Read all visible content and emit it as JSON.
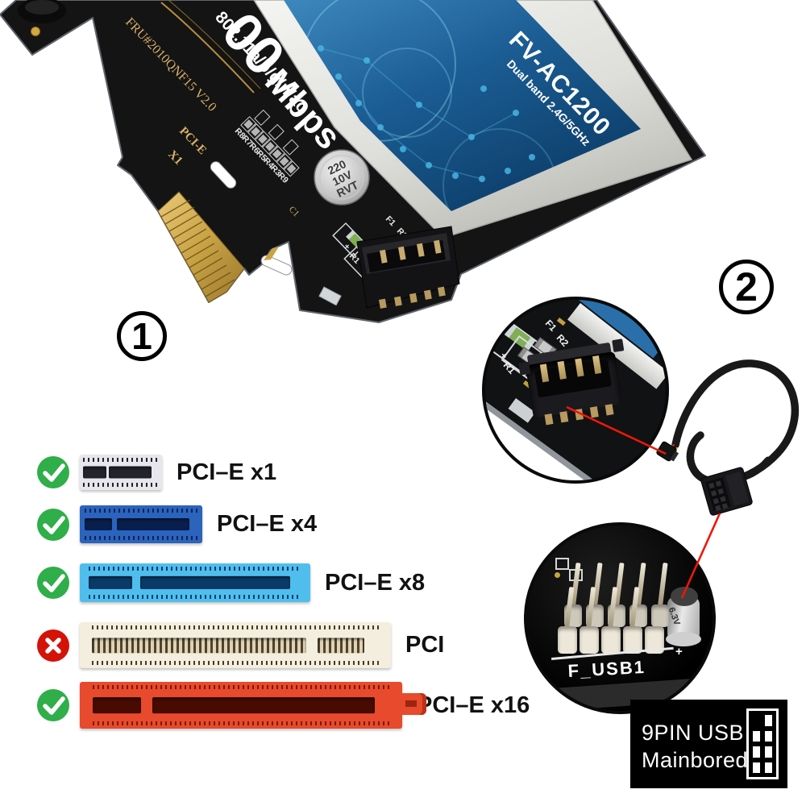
{
  "badges": {
    "step1": "1",
    "step2": "2"
  },
  "card": {
    "speed_value": "00",
    "speed_unit": "Mbps",
    "standards": "802.11a/b/g/n/ac",
    "model": "FV-AC1200",
    "band": "Dual band 2.4G/5GHz",
    "fru": "FRU#2010QNF15 V2.0",
    "slot_type": "PCI-E",
    "slot_size": "X1",
    "capacitor_lines": [
      "220",
      "10V",
      "RVT"
    ],
    "cap_ref": "C1",
    "resistor_refs": [
      "R8",
      "R7",
      "R6",
      "R5",
      "R4",
      "R3",
      "R9"
    ],
    "component_refs": {
      "f1": "F1",
      "r2": "R2",
      "r1": "R1",
      "plus": "+"
    }
  },
  "callout_connector": {
    "f1": "F1",
    "r2": "R2",
    "r1": "R1",
    "plus": "+"
  },
  "callout_header": {
    "silkscreen": "F_USB1",
    "capacitor": "6.3V",
    "plus": "+"
  },
  "compatibility": {
    "items": [
      {
        "label": "PCI–E x1",
        "supported": true
      },
      {
        "label": "PCI–E x4",
        "supported": true
      },
      {
        "label": "PCI–E x8",
        "supported": true
      },
      {
        "label": "PCI",
        "supported": false
      },
      {
        "label": "PCI–E x16",
        "supported": true
      }
    ]
  },
  "usb_note": {
    "line1": "9PIN USB",
    "line2": "Mainbored"
  }
}
